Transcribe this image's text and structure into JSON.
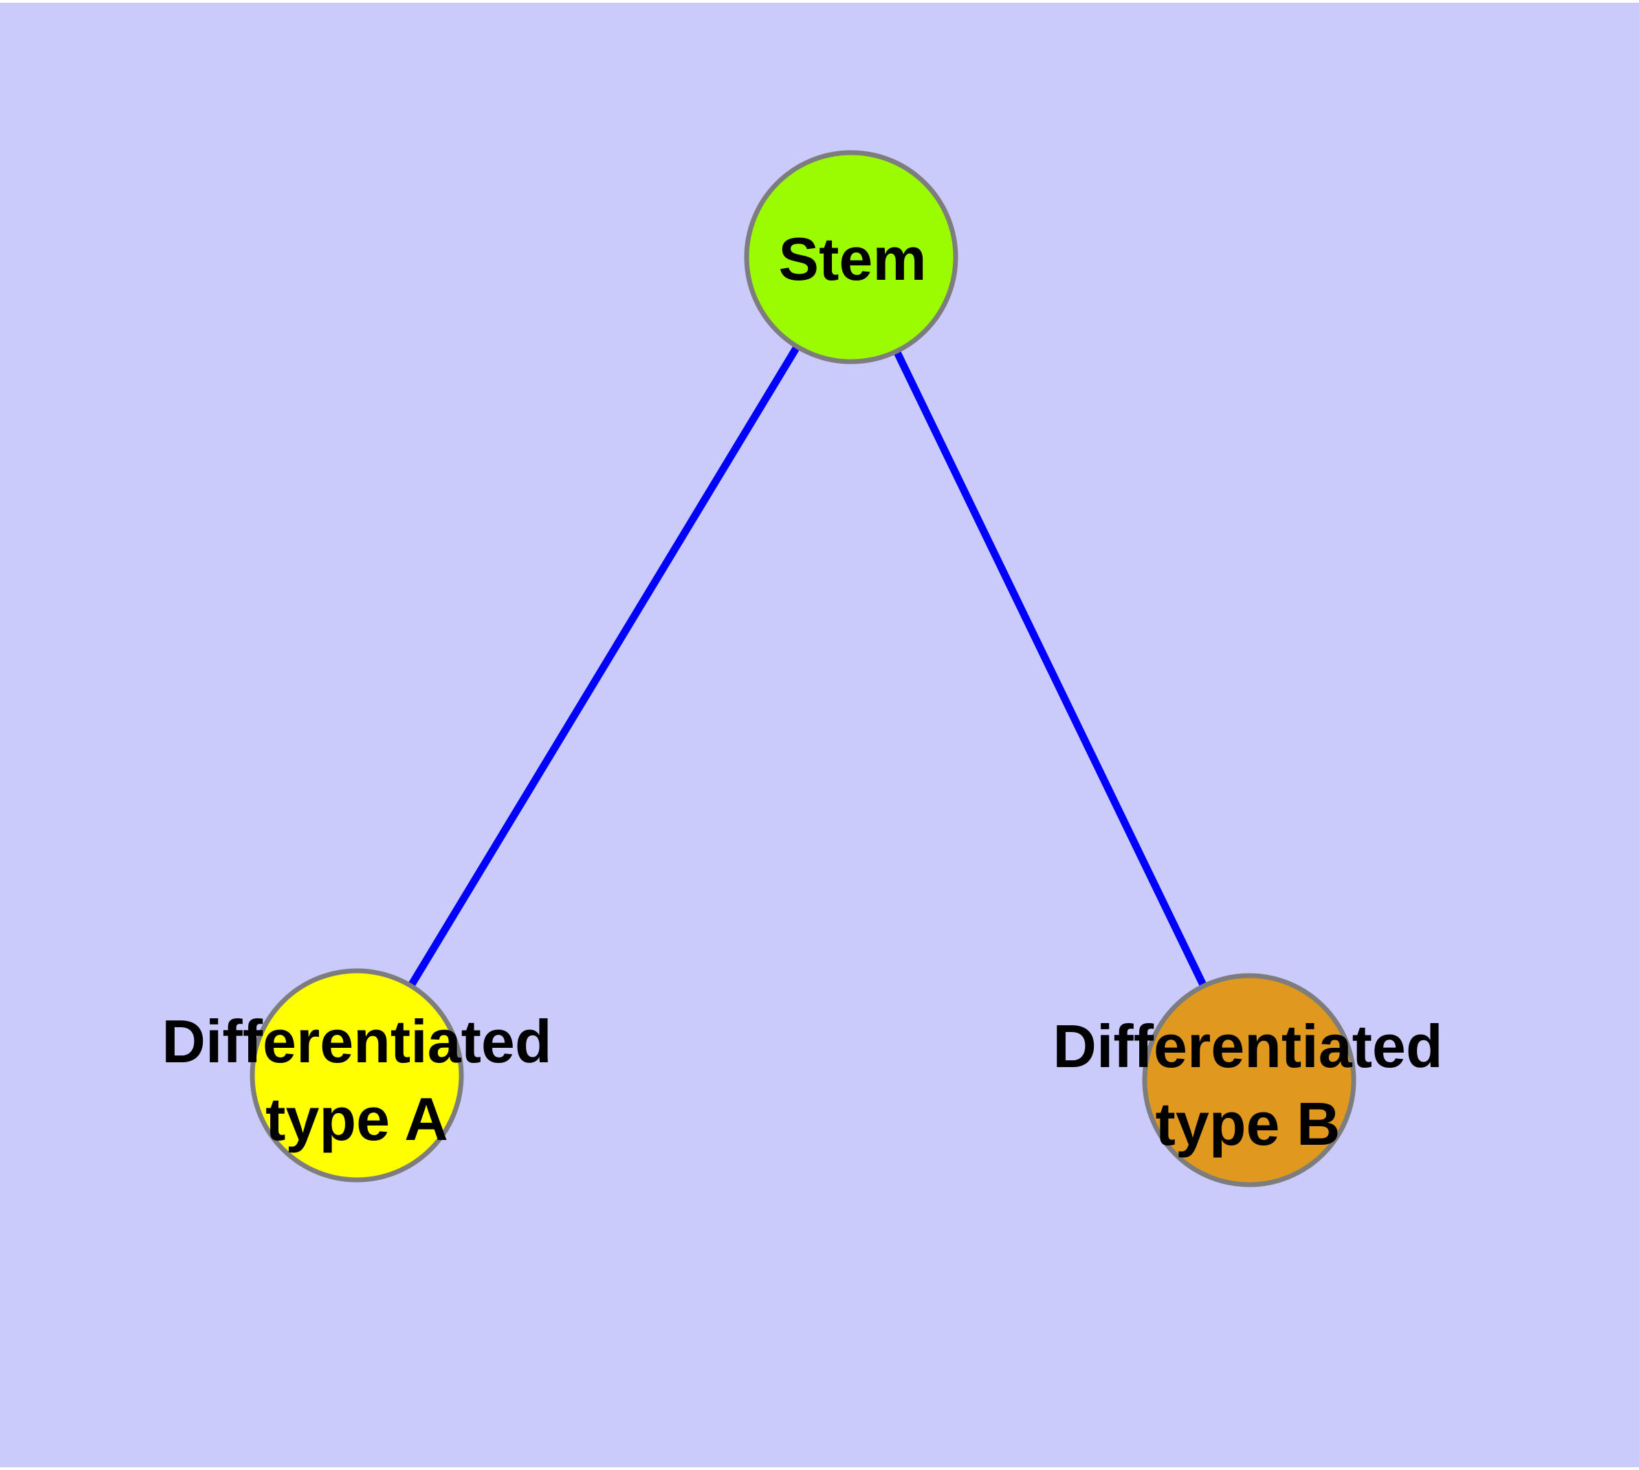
{
  "graph": {
    "background_color": "#CACAFB",
    "margin_color": "#FFFFFF",
    "edge_color": "#0000FF",
    "node_border_color": "#7D7D7D",
    "label_color": "#000000",
    "nodes": [
      {
        "id": "stem",
        "label": "Stem",
        "fill": "#9BFB00"
      },
      {
        "id": "differentiated-type-a",
        "label_line1": "Differentiated",
        "label_line2": "type A",
        "fill": "#FFFF00"
      },
      {
        "id": "differentiated-type-b",
        "label_line1": "Differentiated",
        "label_line2": "type B",
        "fill": "#E0991E"
      }
    ],
    "edges": [
      {
        "from": "Stem",
        "to": "Differentiated type A"
      },
      {
        "from": "Stem",
        "to": "Differentiated type B"
      }
    ]
  }
}
